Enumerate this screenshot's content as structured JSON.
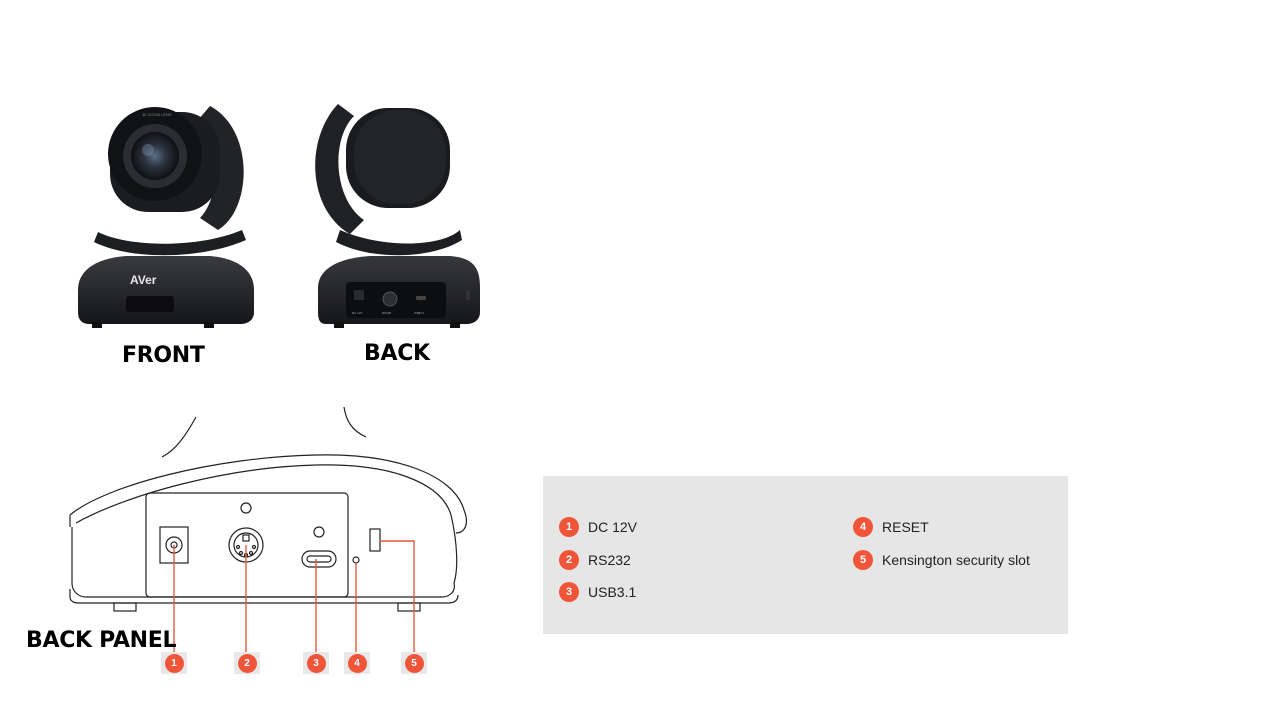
{
  "labels": {
    "front": "FRONT",
    "back": "BACK",
    "back_panel": "BACK PANEL"
  },
  "camera": {
    "lens_text": "4K ZOOM LENS",
    "brand": "AVer",
    "port_dc": "DC 12V",
    "port_rs": "RS232",
    "port_usb": "USB3.1"
  },
  "legend": {
    "items": [
      {
        "num": "1",
        "label": "DC 12V"
      },
      {
        "num": "2",
        "label": "RS232"
      },
      {
        "num": "3",
        "label": "USB3.1"
      },
      {
        "num": "4",
        "label": "RESET"
      },
      {
        "num": "5",
        "label": "Kensington security slot"
      }
    ]
  },
  "markers": [
    "1",
    "2",
    "3",
    "4",
    "5"
  ],
  "colors": {
    "badge": "#f0553a",
    "legend_bg": "#e6e6e6",
    "camera_body": "#1e1f22"
  }
}
